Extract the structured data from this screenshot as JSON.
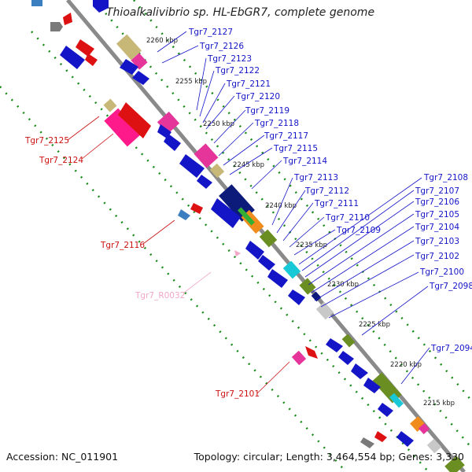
{
  "title": "Thioalkalivibrio sp. HL-EbGR7, complete genome",
  "footer": {
    "accession": "Accession: NC_011901",
    "summary": "Topology: circular; Length: 3,464,554 bp; Genes: 3,330"
  },
  "colors": {
    "forward_label": "#1515c8",
    "reverse_label": "#cc1111",
    "rna_label": "#f2a6c8",
    "backbone": "#8a8a8a",
    "dotted_track": "#1a8a1a"
  },
  "scale_ticks": [
    {
      "label": "2260 kbp"
    },
    {
      "label": "2255 kbp"
    },
    {
      "label": "2250 kbp"
    },
    {
      "label": "2245 kbp"
    },
    {
      "label": "2240 kbp"
    },
    {
      "label": "2235 kbp"
    },
    {
      "label": "2230 kbp"
    },
    {
      "label": "2225 kbp"
    },
    {
      "label": "2220 kbp"
    },
    {
      "label": "2215 kbp"
    }
  ],
  "forward_labels": [
    "Tgr7_2127",
    "Tgr7_2126",
    "Tgr7_2123",
    "Tgr7_2122",
    "Tgr7_2121",
    "Tgr7_2120",
    "Tgr7_2119",
    "Tgr7_2118",
    "Tgr7_2117",
    "Tgr7_2115",
    "Tgr7_2114",
    "Tgr7_2113",
    "Tgr7_2112",
    "Tgr7_2111",
    "Tgr7_2110",
    "Tgr7_2109",
    "Tgr7_2108",
    "Tgr7_2107",
    "Tgr7_2106",
    "Tgr7_2105",
    "Tgr7_2104",
    "Tgr7_2103",
    "Tgr7_2102",
    "Tgr7_2100",
    "Tgr7_2098",
    "Tgr7_2094"
  ],
  "reverse_labels": [
    "Tgr7_2125",
    "Tgr7_2124",
    "Tgr7_2116",
    "Tgr7_2101"
  ],
  "rna_labels": [
    "Tgr7_R0032"
  ]
}
